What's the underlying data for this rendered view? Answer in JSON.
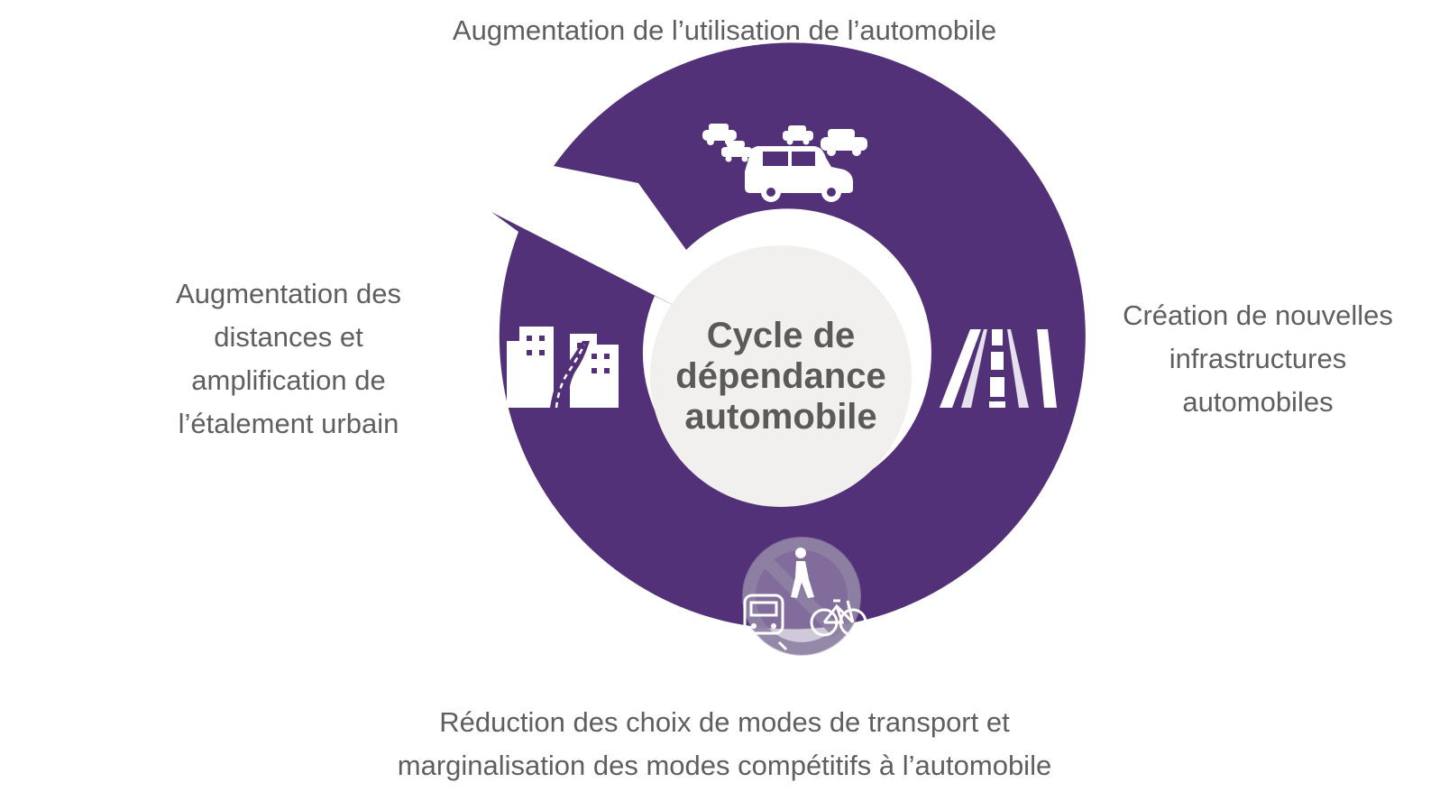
{
  "labels": {
    "top": [
      "Augmentation de l’utilisation de l’automobile"
    ],
    "left": [
      "Augmentation des",
      "distances et",
      "amplification de",
      "l’étalement urbain"
    ],
    "right": [
      "Création de nouvelles",
      "infrastructures",
      "automobiles"
    ],
    "bottom": [
      "Réduction des choix de modes de transport et",
      "marginalisation des modes compétitifs à l’automobile"
    ]
  },
  "center": [
    "Cycle de",
    "dépendance",
    "automobile"
  ],
  "colors": {
    "ring": "#523178",
    "center_fill": "#f1f0ee",
    "text": "#5f5f5f",
    "icon": "#ffffff",
    "prohibition": "#8e82a3"
  },
  "icons": {
    "top": "cars-traffic-icon",
    "right": "road-icon",
    "bottom": "no-transit-walk-bike-icon",
    "left": "city-sprawl-icon"
  }
}
